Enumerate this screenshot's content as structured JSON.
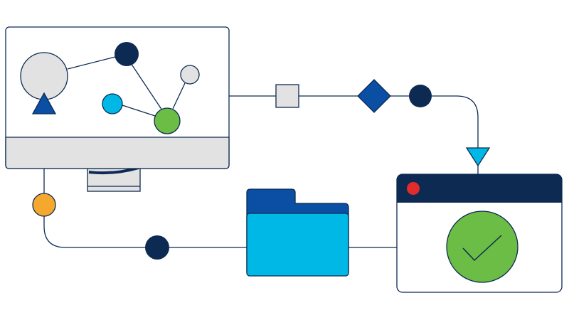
{
  "diagram": {
    "background": "#ffffff",
    "colors": {
      "stroke": "#0d2a52",
      "navy": "#0d2a52",
      "light_gray": "#e2e2e2",
      "blue": "#0a4fa3",
      "cyan": "#00b8e6",
      "green": "#6cbd45",
      "orange": "#f4a82e",
      "red": "#e32b2b",
      "white": "#ffffff"
    },
    "elements": [
      {
        "id": "monitor",
        "icon": "desktop-monitor-icon"
      },
      {
        "id": "network-graph",
        "icon": "network-nodes-icon"
      },
      {
        "id": "square-node",
        "icon": "square-icon"
      },
      {
        "id": "diamond-node",
        "icon": "diamond-icon"
      },
      {
        "id": "down-arrow",
        "icon": "triangle-down-icon"
      },
      {
        "id": "browser-window",
        "icon": "browser-window-icon"
      },
      {
        "id": "checkmark",
        "icon": "checkmark-circle-icon"
      },
      {
        "id": "folder",
        "icon": "folder-icon"
      },
      {
        "id": "up-arrow",
        "icon": "triangle-up-icon"
      },
      {
        "id": "orange-node",
        "icon": "circle-icon"
      }
    ]
  }
}
